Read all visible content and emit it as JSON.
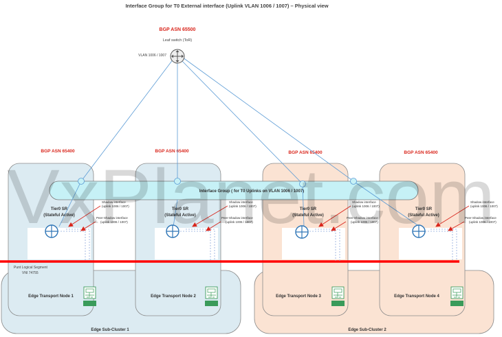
{
  "title": "Interface Group for T0 External interface (Uplink VLAN 1006 / 1007) – Physical view",
  "tor": {
    "asn": "BGP ASN 65500",
    "name": "Leaf switch (ToR)",
    "vlan": "VLAN 1006 / 1007"
  },
  "watermark": "VxPlanet.com",
  "interface_group_label": "Interface Group ( for T0 Uplinks on VLAN 1006 / 1007)",
  "transit_segment": {
    "line1": "Punt Logical Segment",
    "line2": "VNI 74755"
  },
  "nodes": [
    {
      "asn": "BGP ASN 65400",
      "sr_line1": "Tier0 SR",
      "sr_line2": "(Stateful Active)",
      "shadow_line1": "Shadow interface",
      "shadow_line2": "(uplink 1006 / 1007)",
      "peer_line1": "Peer-Shadow interface",
      "peer_line2": "(uplink 1006 / 1007)",
      "label": "Edge Transport Node 1"
    },
    {
      "asn": "BGP ASN 65400",
      "sr_line1": "Tier0 SR",
      "sr_line2": "(Stateful Active)",
      "shadow_line1": "Shadow interface",
      "shadow_line2": "(uplink 1006 / 1007)",
      "peer_line1": "Peer-Shadow interface",
      "peer_line2": "(uplink 1006 / 1007)",
      "label": "Edge Transport Node 2"
    },
    {
      "asn": "BGP ASN 65400",
      "sr_line1": "Tier0 SR",
      "sr_line2": "(Stateful Active)",
      "shadow_line1": "Shadow interface",
      "shadow_line2": "(uplink 1006 / 1007)",
      "peer_line1": "Peer-Shadow interface",
      "peer_line2": "(uplink 1006 / 1007)",
      "label": "Edge Transport Node 3"
    },
    {
      "asn": "BGP ASN 65400",
      "sr_line1": "Tier0 SR",
      "sr_line2": "(Stateful Active)",
      "shadow_line1": "Shadow interface",
      "shadow_line2": "(uplink 1006 / 1007)",
      "peer_line1": "Peer-Shadow interface",
      "peer_line2": "(uplink 1006 / 1007)",
      "label": "Edge Transport Node 4"
    }
  ],
  "subclusters": [
    {
      "label": "Edge Sub-Cluster 1"
    },
    {
      "label": "Edge Sub-Cluster 2"
    }
  ],
  "colors": {
    "asn_red": "#d9261c",
    "blue_fill": "#dcebf2",
    "orange_fill": "#fbe3d3",
    "cyan_group": "#c6f1f6",
    "link_blue": "#5b9bd5",
    "router_blue": "#2e75b6",
    "punt_red": "#ff0000",
    "icon_green": "#3a9b5a"
  }
}
